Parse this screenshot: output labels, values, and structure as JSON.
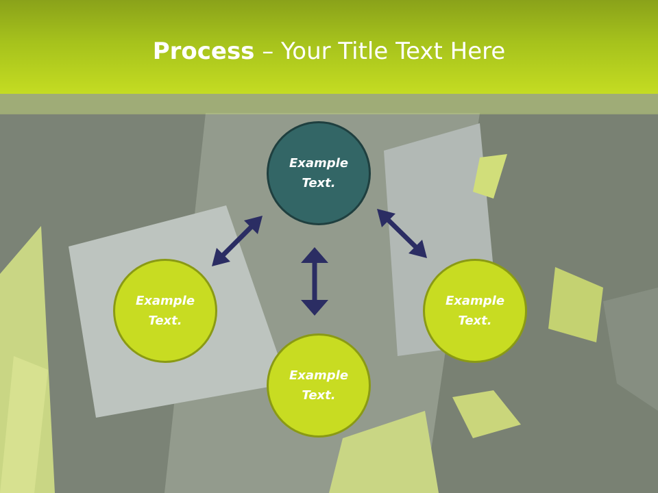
{
  "slide": {
    "title_bold": "Process",
    "title_rest": " – Your Title Text Here"
  },
  "nodes": [
    {
      "id": "center",
      "label": "Example Text.",
      "color": "#336666"
    },
    {
      "id": "left",
      "label": "Example Text.",
      "color": "#c8dc22"
    },
    {
      "id": "bottom",
      "label": "Example Text.",
      "color": "#c8dc22"
    },
    {
      "id": "right",
      "label": "Example Text.",
      "color": "#c8dc22"
    }
  ],
  "colors": {
    "header": "#a6c21c",
    "arrow": "#2b2d63",
    "teal": "#336666",
    "lime": "#c8dc22"
  }
}
